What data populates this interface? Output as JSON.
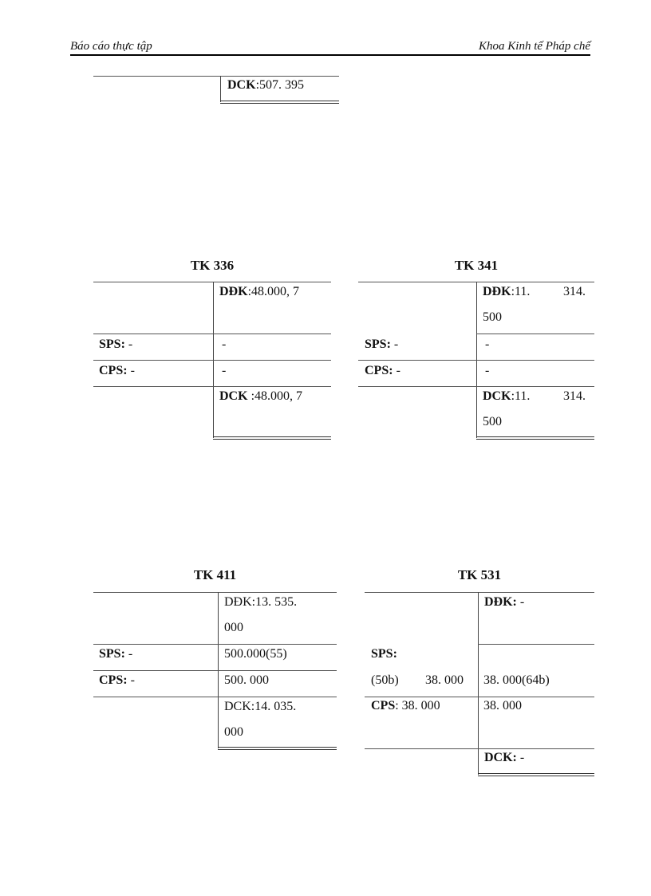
{
  "header": {
    "left": "Báo cáo thực tập",
    "right": "Khoa Kinh tế Pháp chế"
  },
  "partial": {
    "dck_label": "DCK",
    "dck_value": ":507. 395"
  },
  "tk336": {
    "title": "TK 336",
    "ddk_label": "DĐK",
    "ddk_value": ":48.000, 7",
    "sps_label": "SPS:",
    "sps_left": " -",
    "sps_right": "-",
    "cps_label": "CPS:",
    "cps_left": " -",
    "cps_right": "-",
    "dck_label": "DCK",
    "dck_value": " :48.000, 7"
  },
  "tk341": {
    "title": "TK 341",
    "ddk_label": "DĐK",
    "ddk_value_1": ":11.",
    "ddk_value_2": "314.",
    "ddk_value_3": "500",
    "sps_label": "SPS:",
    "sps_left": " -",
    "sps_right": "-",
    "cps_label": "CPS:",
    "cps_left": " -",
    "cps_right": "-",
    "dck_label": "DCK",
    "dck_value_1": ":11.",
    "dck_value_2": "314.",
    "dck_value_3": "500"
  },
  "tk411": {
    "title": "TK 411",
    "ddk_line1": "DĐK:13. 535.",
    "ddk_line2": "000",
    "sps_label": "SPS:",
    "sps_left": " -",
    "sps_right": "500.000(55)",
    "cps_label": "CPS:",
    "cps_left": " -",
    "cps_right": "500. 000",
    "dck_line1": "DCK:14. 035.",
    "dck_line2": "000"
  },
  "tk531": {
    "title": "TK 531",
    "ddk_label": "DĐK:",
    "ddk_value": " -",
    "sps_label": "SPS:",
    "sps_ref": "(50b)",
    "sps_left_value": "38. 000",
    "sps_right": "38. 000(64b)",
    "cps_label": "CPS",
    "cps_left": ": 38. 000",
    "cps_right": "38. 000",
    "dck_label": "DCK:",
    "dck_value": " -"
  }
}
